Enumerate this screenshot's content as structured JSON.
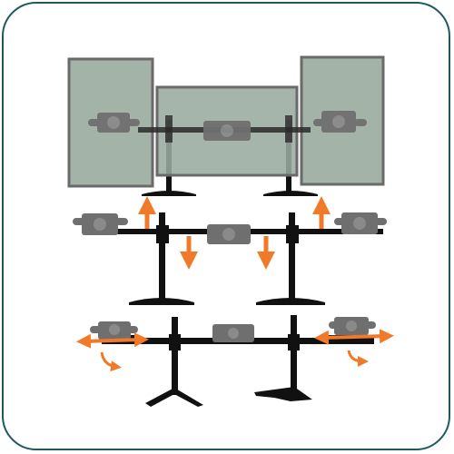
{
  "colors": {
    "frame_border": "#1f5a5a",
    "stand_black": "#111111",
    "hardware_gray": "#6f6f6f",
    "monitor_fill": "#9aab9f",
    "monitor_border": "#6a6a6a",
    "arrow_orange": "#f07a2a"
  },
  "illustration": {
    "panels": [
      {
        "name": "monitors-mounted-view",
        "monitor_count": 3
      },
      {
        "name": "height-adjustment-view",
        "arrows": [
          "up",
          "down",
          "down",
          "up"
        ]
      },
      {
        "name": "swivel-extension-view",
        "arrows": [
          "left-right",
          "left-right",
          "rotate",
          "rotate"
        ]
      }
    ],
    "icon_names": [
      "arrow-up-icon",
      "arrow-down-icon",
      "double-arrow-icon",
      "rotate-arrow-icon"
    ]
  }
}
